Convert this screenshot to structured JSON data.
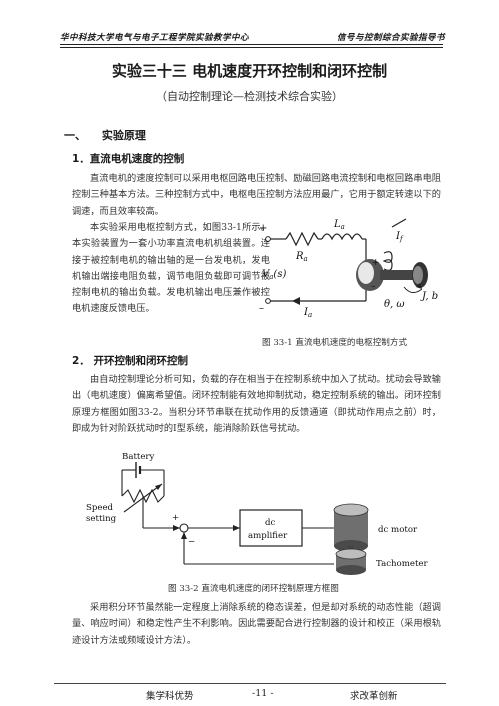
{
  "header": {
    "left": "华中科技大学电气与电子工程学院实验教学中心",
    "right": "信号与控制综合实验指导书"
  },
  "title": "实验三十三    电机速度开环控制和闭环控制",
  "subtitle": "（自动控制理论—检测技术综合实验）",
  "section1": {
    "num": "一、",
    "label": "实验原理"
  },
  "sub1": "1．直流电机速度的控制",
  "para1": "直流电机的速度控制可以采用电枢回路电压控制、励磁回路电流控制和电枢回路串电阻控制三种基本方法。三种控制方式中，电枢电压控制方法应用最广，它用于额定转速以下的调速，而且效率较高。",
  "para2": "本实验采用电枢控制方式，如图33-1所示。本实验装置为一套小功率直流电机机组装置。连接于被控制电机的输出轴的是一台发电机，发电机输出端接电阻负载，调节电阻负载即可调节被控制电机的输出负载。发电机输出电压兼作被控电机速度反馈电压。",
  "fig1": {
    "caption": "图 33-1 直流电机速度的电枢控制方式",
    "labels": {
      "La": "L",
      "La_sub": "a",
      "Ra": "R",
      "Ra_sub": "a",
      "If": "I",
      "If_sub": "f",
      "Va": "V",
      "Va_sub": "a",
      "Va_s": "(s)",
      "Ia": "I",
      "Ia_sub": "a",
      "theta": "θ, ω",
      "Jb": "J, b",
      "plus": "+",
      "minus": "–"
    }
  },
  "sub2": "2．  开环控制和闭环控制",
  "para3": "由自动控制理论分析可知，负载的存在相当于在控制系统中加入了扰动。扰动会导致输出（电机速度）偏离希望值。闭环控制能有效地抑制扰动，稳定控制系统的输出。闭环控制原理方框图如图33-2。当积分环节串联在扰动作用的反馈通道（即扰动作用点之前）时，即成为针对阶跃扰动时的I型系统，能消除阶跃信号扰动。",
  "fig2": {
    "caption": "图 33-2  直流电机速度的闭环控制原理方框图",
    "labels": {
      "battery": "Battery",
      "speed": "Speed",
      "setting": "setting",
      "amp1": "dc",
      "amp2": "amplifier",
      "motor": "dc motor",
      "tacho": "Tachometer",
      "plus": "+",
      "minus": "−"
    }
  },
  "para4": "采用积分环节虽然能一定程度上消除系统的稳态误差，但是却对系统的动态性能（超调量、响应时间）和稳定性产生不利影响。因此需要配合进行控制器的设计和校正（采用根轨迹设计方法或频域设计方法）。",
  "footer": {
    "left": "集学科优势",
    "page": "-11  -",
    "right": "求改革创新"
  }
}
